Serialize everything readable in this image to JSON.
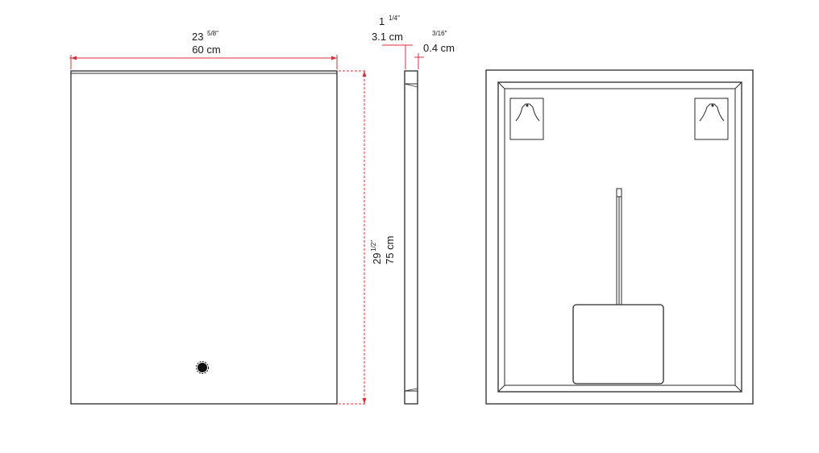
{
  "front_view": {
    "width_inch_whole": "23",
    "width_inch_fraction": "5/8″",
    "width_cm": "60 cm",
    "height_inch_whole": "29",
    "height_inch_fraction": "1/2″",
    "height_cm": "75 cm"
  },
  "side_view": {
    "depth_inch_whole": "1",
    "depth_inch_fraction": "1/4″",
    "depth_cm": "3.1 cm",
    "glass_inch_fraction": "3/16″",
    "glass_cm": "0.4 cm"
  },
  "colors": {
    "dimension_line": "#d9303a",
    "outline": "#2a2a2a"
  }
}
